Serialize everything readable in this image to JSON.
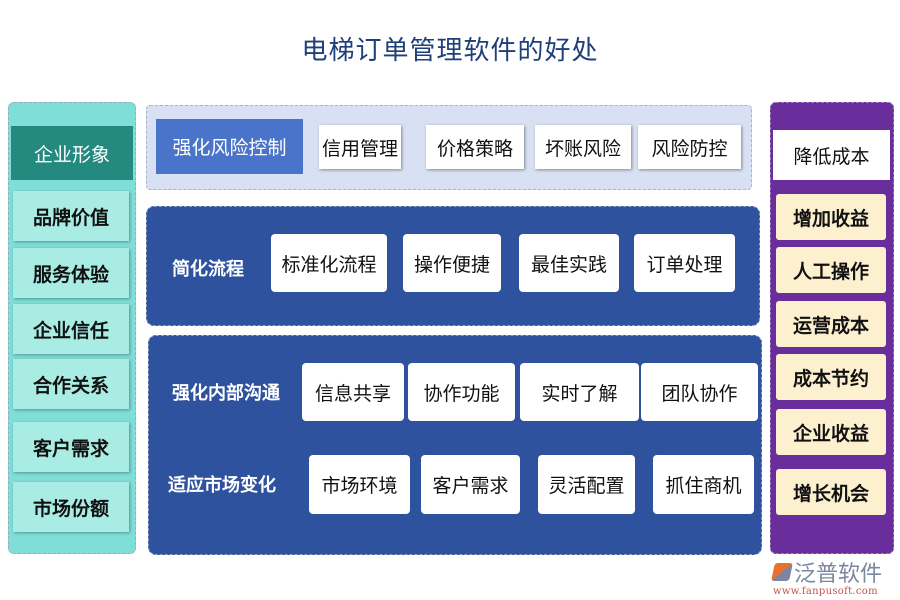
{
  "title": "电梯订单管理软件的好处",
  "left": {
    "header": "企业形象",
    "items": [
      "品牌价值",
      "服务体验",
      "企业信任",
      "合作关系",
      "客户需求",
      "市场份额"
    ],
    "colors": {
      "panel": "#7fdfd8",
      "header": "#248a7f",
      "item": "#a9ece4"
    }
  },
  "risk": {
    "header": "强化风险控制",
    "items": [
      "信用管理",
      "价格策略",
      "坏账风险",
      "风险防控"
    ],
    "colors": {
      "panel": "#d8e1f3",
      "header": "#4a74c9"
    }
  },
  "simplify": {
    "header": "简化流程",
    "items": [
      "标准化流程",
      "操作便捷",
      "最佳实践",
      "订单处理"
    ],
    "color": "#2e529e"
  },
  "communication": {
    "header": "强化内部沟通",
    "items": [
      "信息共享",
      "协作功能",
      "实时了解",
      "团队协作"
    ]
  },
  "market": {
    "header": "适应市场变化",
    "items": [
      "市场环境",
      "客户需求",
      "灵活配置",
      "抓住商机"
    ]
  },
  "right": {
    "header": "降低成本",
    "items": [
      "增加收益",
      "人工操作",
      "运营成本",
      "成本节约",
      "企业收益",
      "增长机会"
    ],
    "colors": {
      "panel": "#6a2d9c",
      "item": "#fdf0cf"
    }
  },
  "logo": {
    "name": "泛普软件",
    "url": "www.fanpusoft.com"
  }
}
